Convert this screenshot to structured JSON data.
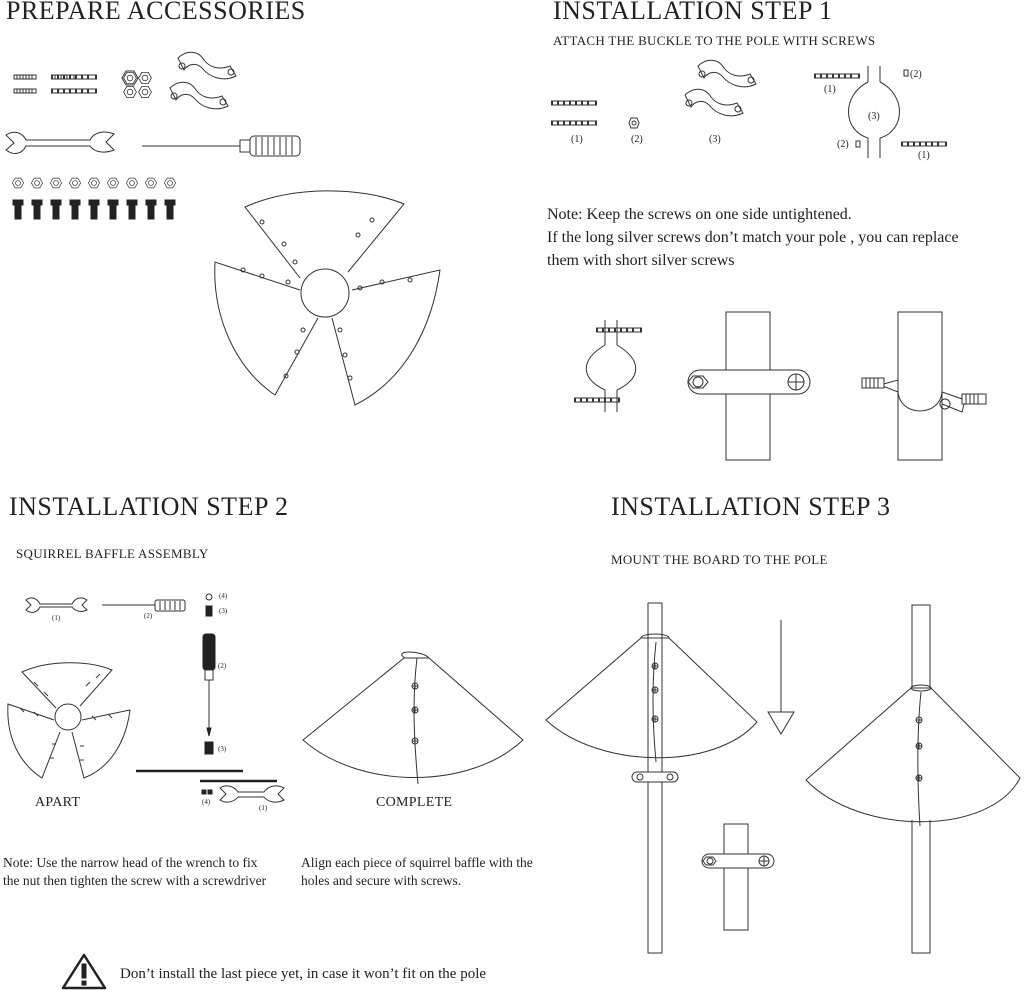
{
  "prepare": {
    "title": "PREPARE ACCESSORIES"
  },
  "step1": {
    "title": "INSTALLATION STEP 1",
    "subtitle": "ATTACH THE BUCKLE TO THE POLE WITH SCREWS",
    "labels": [
      "(1)",
      "(2)",
      "(3)",
      "(1)",
      "(2)",
      "(3)",
      "(2)",
      "(1)"
    ],
    "note_lines": [
      "Note: Keep the screws on one side untightened.",
      "If the long silver screws don’t match your pole , you can replace",
      "them with short silver screws"
    ]
  },
  "step2": {
    "title": "INSTALLATION STEP 2",
    "subtitle": "SQUIRREL BAFFLE ASSEMBLY",
    "labels": [
      "(1)",
      "(2)",
      "(4)",
      "(3)",
      "(2)",
      "(3)",
      "(4)",
      "(1)"
    ],
    "apart": "APART",
    "complete": "COMPLETE",
    "note_left": "Note: Use the narrow head of the wrench to fix the nut then tighten the screw with a screwdriver",
    "note_right": "Align each piece of squirrel baffle with the holes and secure with screws."
  },
  "step3": {
    "title": "INSTALLATION STEP 3",
    "subtitle": "MOUNT THE BOARD TO THE POLE"
  },
  "warning": {
    "text": "Don’t install the last piece yet, in case it won’t fit on the pole",
    "icon": "warning-triangle-icon"
  }
}
